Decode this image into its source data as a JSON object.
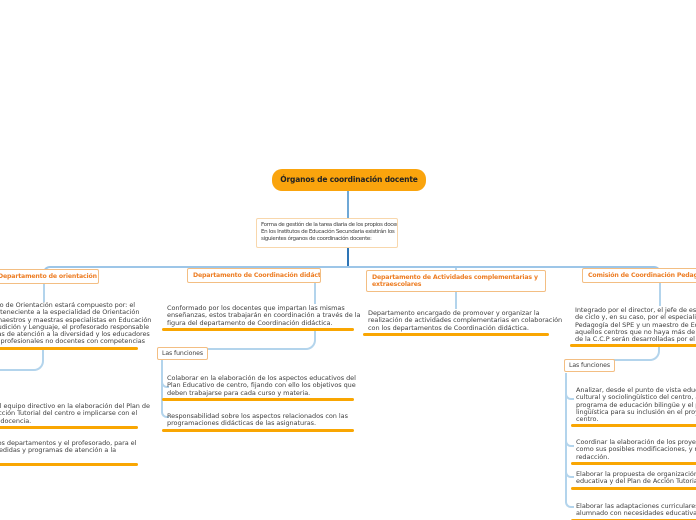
{
  "central_topic": {
    "title": "Órganos de coordinación docente"
  },
  "intro_note": {
    "text": "Forma de gestión de la tarea diaria de los propios docentes.\nEn los Institutos de Educación Secundaria existirán los\nsiguientes órganos de coordinación docente:"
  },
  "functions_label": "Las funciones",
  "branches": [
    {
      "title": "Departamento de orientación",
      "description": "El Departamento de Orientación estará compuesto por: el\nprofesorado perteneciente a la especialidad de Orientación\nEducativa, los maestros y maestras especialistas en Educación\nEspecial y en Audición y Lenguaje, el profesorado responsable\nde los programas de atención a la diversidad y los educadores\nsociales y otros profesionales no docentes con competencias",
      "functions": [
        "Colaborar con el equipo directivo en la elaboración del Plan de\nOrientación y Acción Tutorial del centro e implicarse con el\ndesarrollo de la docencia.",
        "Colaborar con los departamentos y el profesorado, para el\ndesarrollo de medidas y programas de atención a la\ndiversidad."
      ]
    },
    {
      "title": "Departamento de Coordinación didáctica",
      "description": "Conformado por los docentes que impartan las mismas\nenseñanzas, estos trabajarán en coordinación a través de la\nfigura del departamento de Coordinación didáctica.",
      "functions": [
        "Colaborar en la elaboración de los aspectos educativos del\nPlan Educativo de centro, fijando con ello los objetivos que\ndeben trabajarse para cada curso y materia.",
        "Responsabilidad sobre los aspectos relacionados con las\nprogramaciones didácticas de las asignaturas."
      ]
    },
    {
      "title": "Departamento de Actividades complementarias y\nextraescolares",
      "description": "Departamento encargado de promover y organizar la\nrealización de actividades complementarias en colaboración\ncon los departamentos de Coordinación didáctica.",
      "functions": []
    },
    {
      "title": "Comisión de Coordinación Pedagógica",
      "description": "Integrado por el director, el jefe de estudios, los coordinadores\nde ciclo y, en su caso, por el especialista en Psicología o\nPedagogía del SPE y un maestro de Educación Especial. En\naquellos centros que no haya más de 9 unidades, las funciones\nde la C.C.P serán desarrolladas por el claustro.",
      "functions": [
        "Analizar, desde el punto de vista educativo, el contexto\ncultural y sociolingüístico del centro, a fin de proponer el\nprograma de educación bilingüe y el plan de normalización\nlingüística para su inclusión en el proyecto educativo del\ncentro.",
        "Coordinar la elaboración de los proyectos curriculares, así\ncomo sus posibles modificaciones, y responsabilizarse de su\nredacción.",
        "Elaborar la propuesta de organización de la orientación\neducativa y del Plan de Acción Tutorial.",
        "Elaborar las adaptaciones curriculares significativas para el\nalumnado con necesidades educativas especiales."
      ]
    }
  ],
  "colors": {
    "topic_fill": "#faa40d",
    "underline_orange": "#f9a602",
    "header_text_orange": "#ed7d23",
    "box_border_orange": "#f3be83",
    "trunk_blue": "#9dc6e8",
    "branch_line_blue": "#b3d4ec",
    "center_line_blue": "#2e75b6",
    "body_text": "#404040"
  }
}
